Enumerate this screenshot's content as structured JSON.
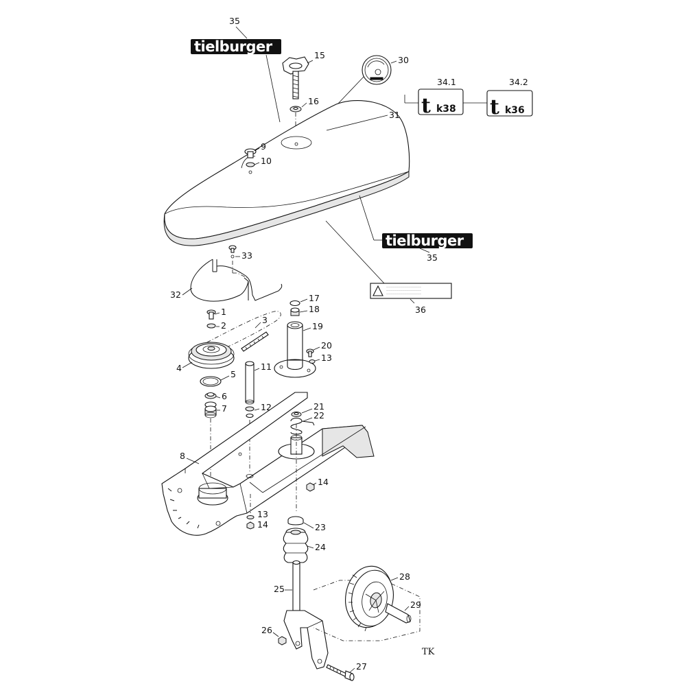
{
  "labels": {
    "p35a": "35",
    "p15": "15",
    "p30": "30",
    "p34_1": "34.1",
    "p34_2": "34.2",
    "p16": "16",
    "p31": "31",
    "p9": "9",
    "p10": "10",
    "p35b": "35",
    "p33": "33",
    "p32": "32",
    "p36": "36",
    "p17": "17",
    "p18": "18",
    "p19": "19",
    "p1": "1",
    "p2": "2",
    "p3": "3",
    "p20": "20",
    "p13a": "13",
    "p4": "4",
    "p11": "11",
    "p5": "5",
    "p6": "6",
    "p7": "7",
    "p12": "12",
    "p21": "21",
    "p22": "22",
    "p8": "8",
    "p14a": "14",
    "p13b": "13",
    "p14b": "14",
    "p23": "23",
    "p24": "24",
    "p25": "25",
    "p28": "28",
    "p29": "29",
    "p26": "26",
    "p27": "27"
  },
  "brand": {
    "text_top": "tielburger",
    "text_side": "tielburger"
  },
  "model_badges": {
    "a_letter": "t",
    "a_model": "k38",
    "b_letter": "t",
    "b_model": "k36"
  },
  "drawing_code": "TK"
}
